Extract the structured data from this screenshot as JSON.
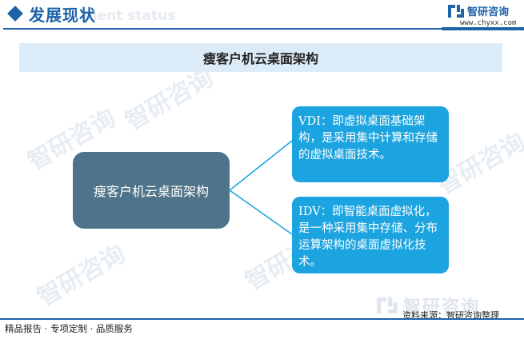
{
  "header": {
    "title": "发展现状",
    "subtitle_en": "ment status"
  },
  "logo": {
    "name": "智研咨询",
    "url": "www.chyxx.com"
  },
  "diagram": {
    "title": "瘦客户机云桌面架构",
    "root": "瘦客户机云桌面架构",
    "children": [
      "VDI：即虚拟桌面基础架构，是采用集中计算和存储的虚拟桌面技术。",
      "IDV：即智能桌面虚拟化，是一种采用集中存储、分布运算架构的桌面虚拟化技术。"
    ]
  },
  "watermark": {
    "text": "智研咨询"
  },
  "source": "资料来源：智研咨询整理",
  "footer": "精品报告 · 专项定制 · 品质服务",
  "colors": {
    "brand": "#1e63a8",
    "root_node": "#4f7388",
    "leaf_node": "#1ba4df",
    "banner": "#dcebf8"
  }
}
